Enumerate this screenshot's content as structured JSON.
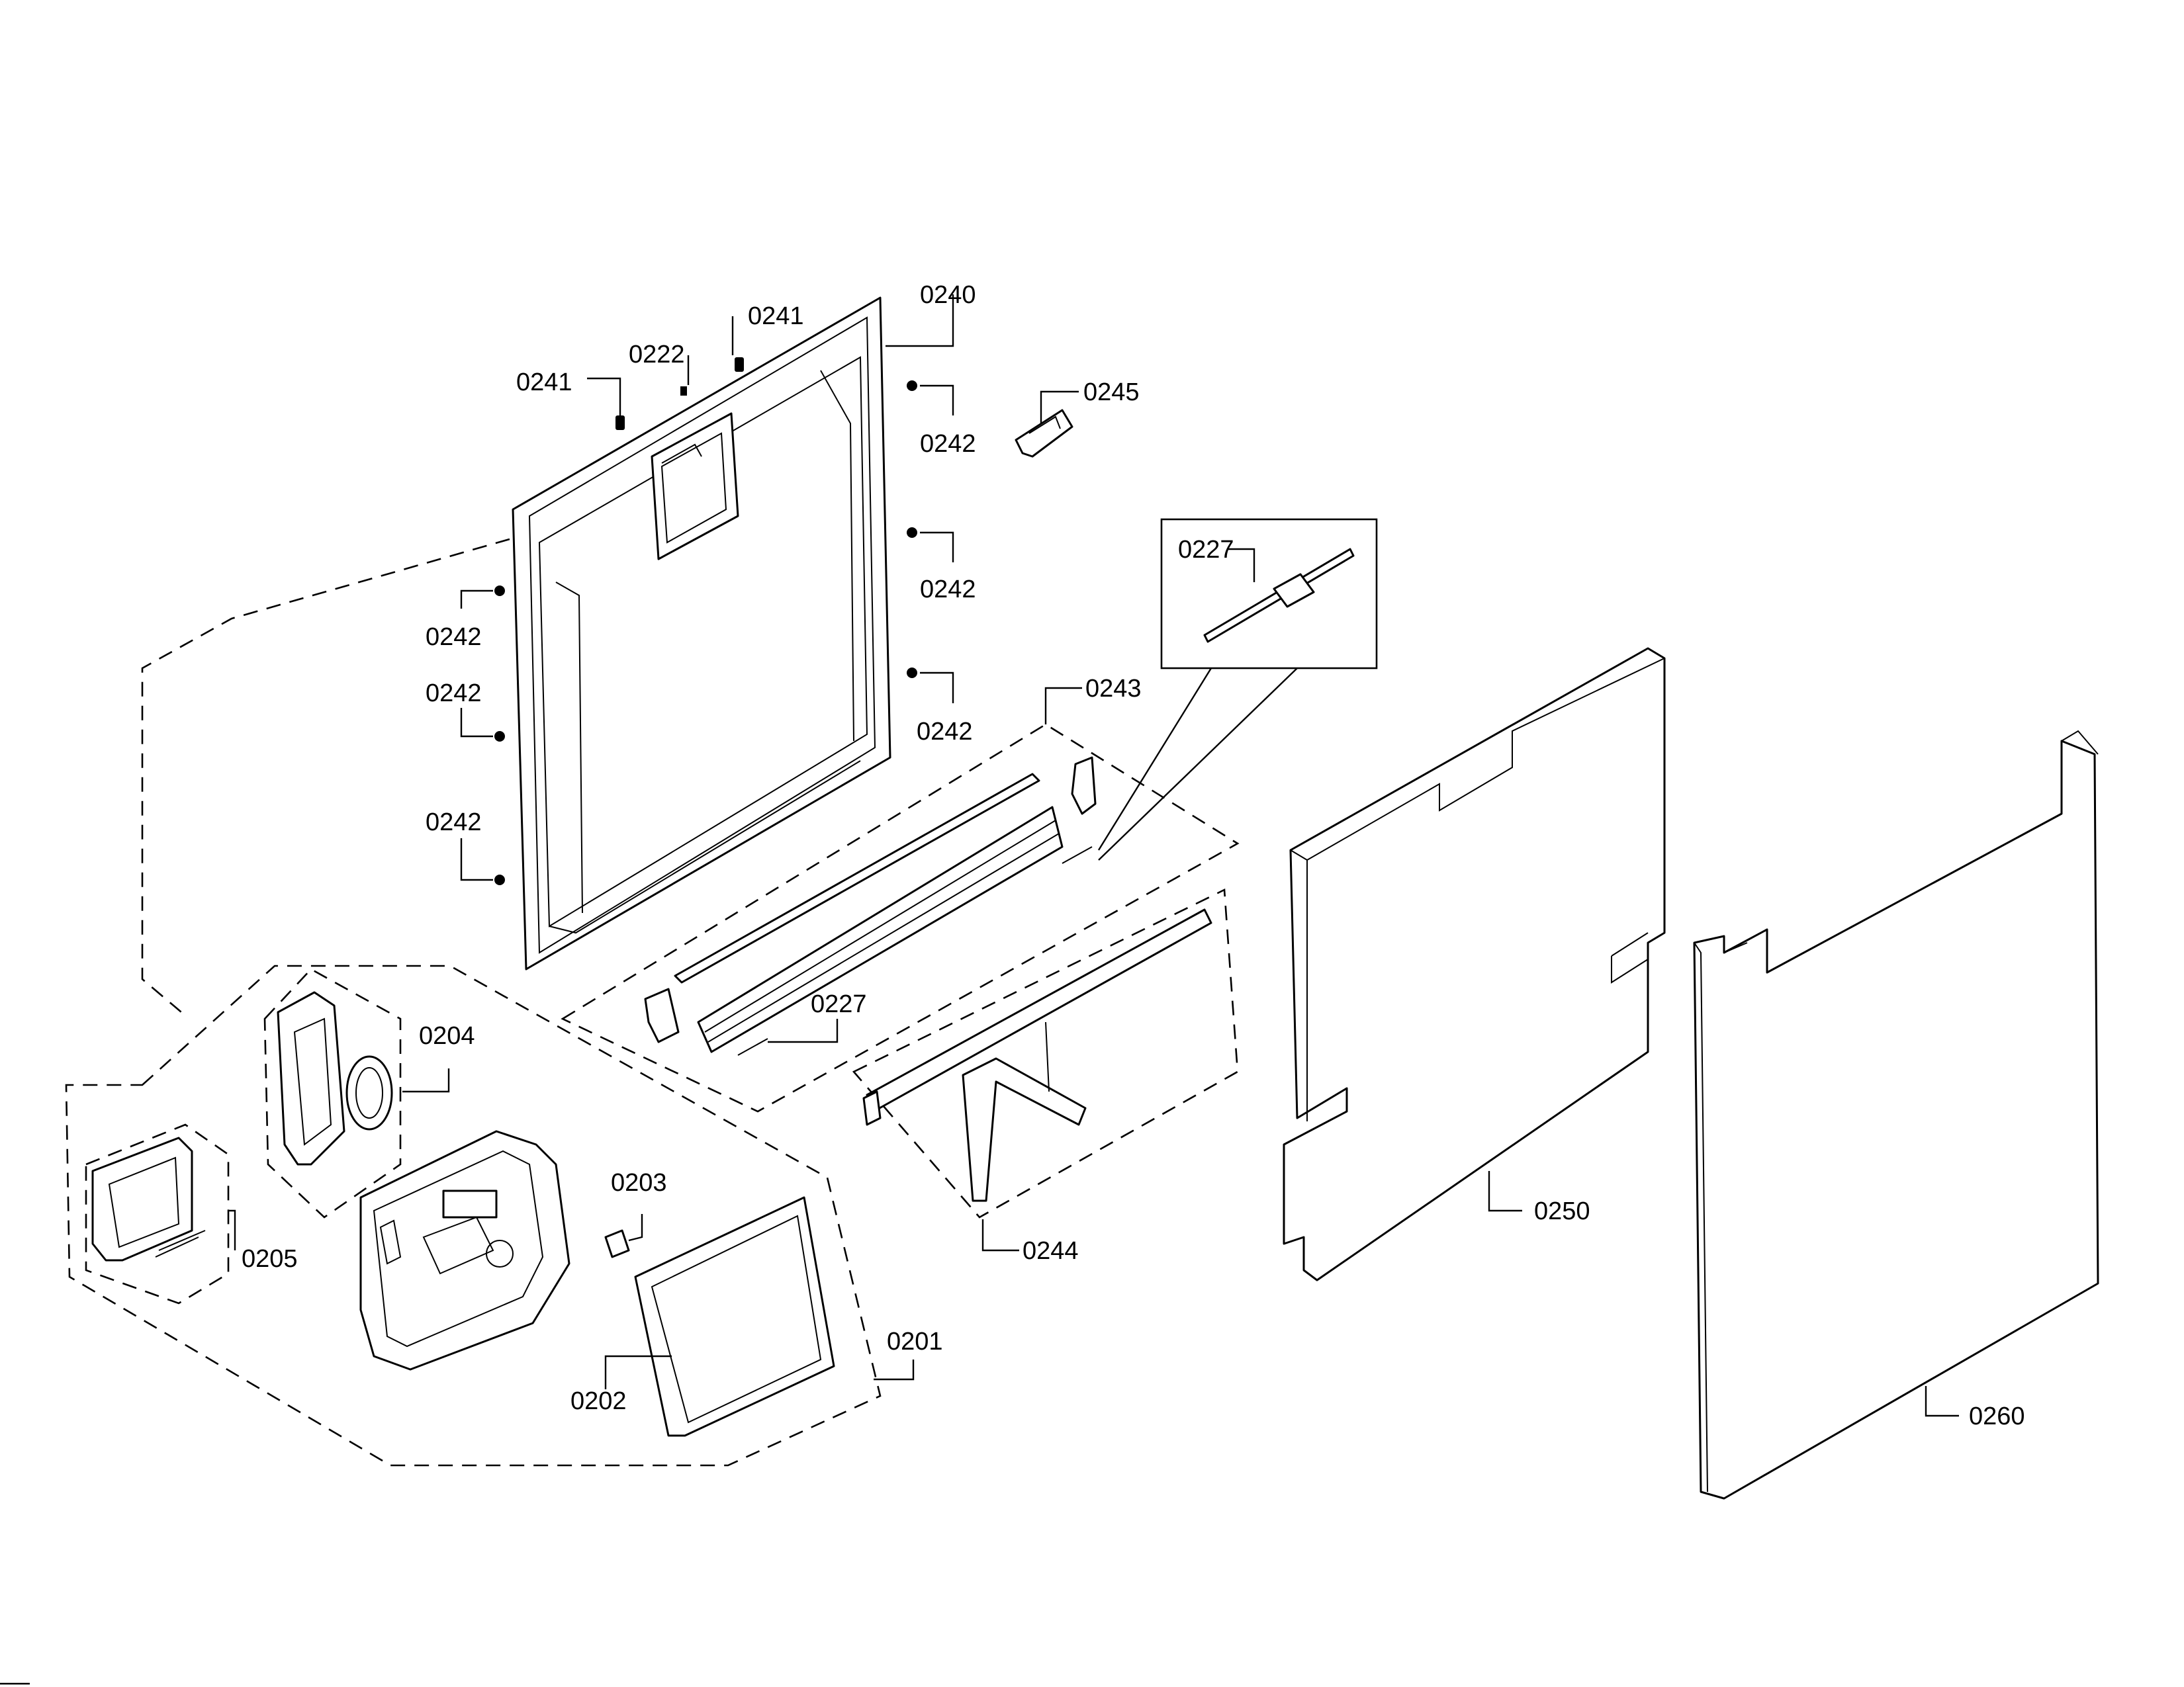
{
  "diagram": {
    "labels": {
      "l_0240": "0240",
      "l_0241a": "0241",
      "l_0241b": "0241",
      "l_0222": "0222",
      "l_0245": "0245",
      "l_0242_r1": "0242",
      "l_0242_r2": "0242",
      "l_0242_r3": "0242",
      "l_0242_l1": "0242",
      "l_0242_l2": "0242",
      "l_0242_l3": "0242",
      "l_0227_detail": "0227",
      "l_0243": "0243",
      "l_0227": "0227",
      "l_0244": "0244",
      "l_0204": "0204",
      "l_0205": "0205",
      "l_0203": "0203",
      "l_0201": "0201",
      "l_0202": "0202",
      "l_0250": "0250",
      "l_0260": "0260"
    }
  }
}
